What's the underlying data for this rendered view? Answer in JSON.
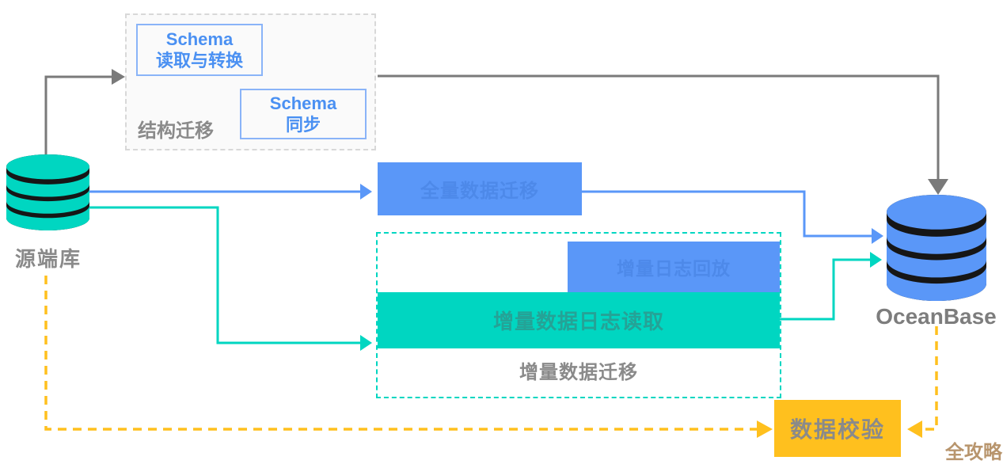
{
  "colors": {
    "teal": "#00d6c1",
    "blue": "#5a97f8",
    "schema_blue": "#4a90f2",
    "yellow": "#ffc01e",
    "gray_text": "#8a8a8a",
    "gray_line": "#7a7a7a",
    "watermark_tan": "#b8956d"
  },
  "nodes": {
    "source_db": {
      "label": "源端库"
    },
    "target_db": {
      "label": "OceanBase"
    },
    "structure_migration": {
      "label": "结构迁移",
      "schema_read_line1": "Schema",
      "schema_read_line2": "读取与转换",
      "schema_sync_line1": "Schema",
      "schema_sync_line2": "同步"
    },
    "full_migration": {
      "label": "全量数据迁移"
    },
    "incremental_migration": {
      "label": "增量数据迁移",
      "replay_label": "增量日志回放",
      "log_read_label": "增量数据日志读取"
    },
    "data_verification": {
      "label": "数据校验"
    }
  },
  "watermark": {
    "label": "全攻略"
  }
}
